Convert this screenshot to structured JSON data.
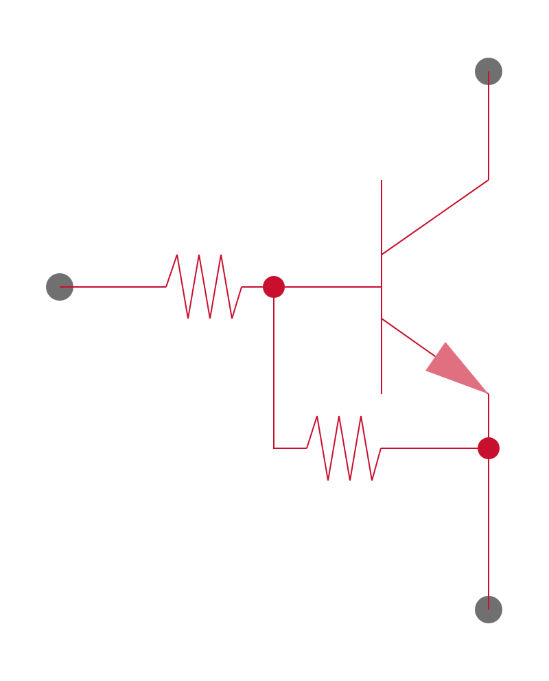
{
  "colors": {
    "background": "#ffffff",
    "wire": "#c8102e",
    "junction": "#c8102e",
    "terminal": "#707070",
    "arrow": "#e07080"
  },
  "components": {
    "transistor": "npn-bipolar-transistor",
    "resistors": [
      "input-resistor",
      "feedback-resistor"
    ],
    "terminals": [
      "input-terminal",
      "collector-terminal",
      "ground-terminal"
    ],
    "junctions": [
      "base-junction",
      "emitter-junction"
    ]
  }
}
